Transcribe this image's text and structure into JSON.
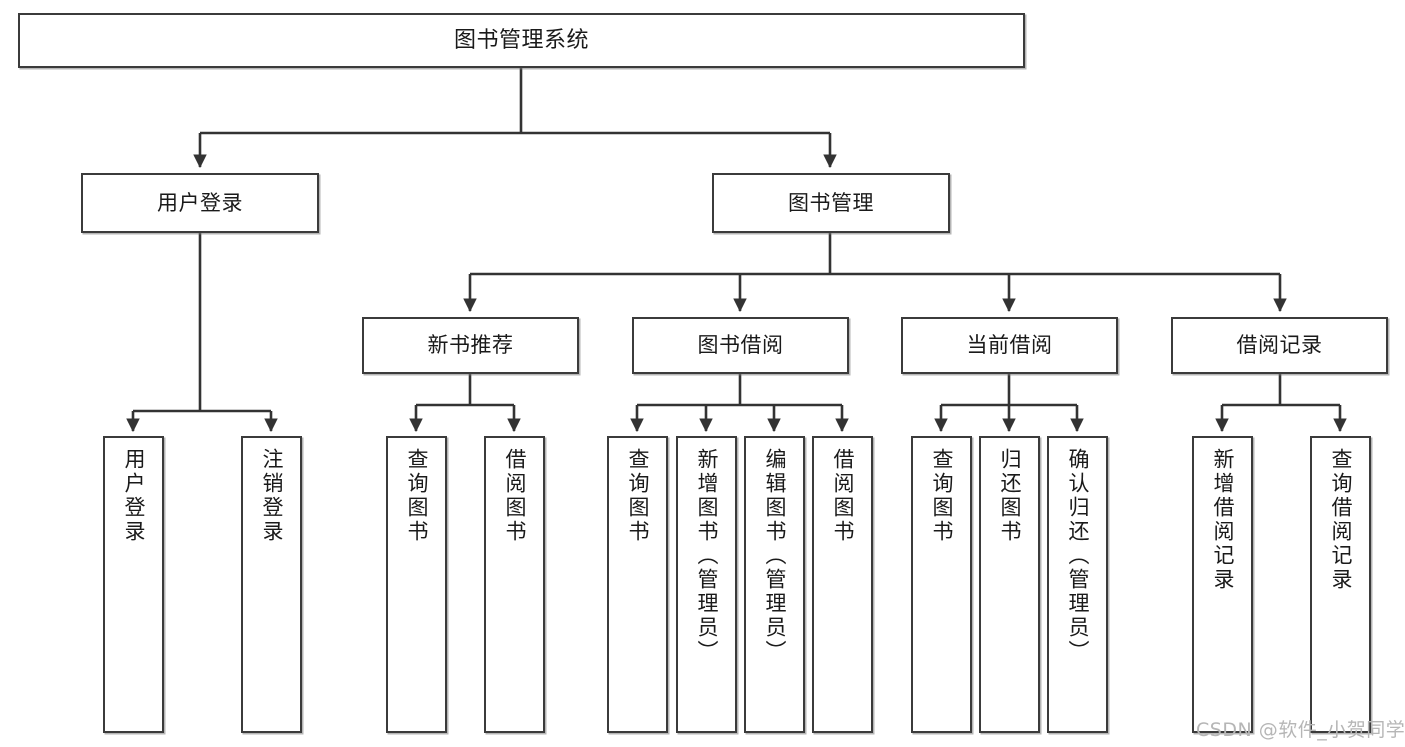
{
  "diagram": {
    "title": "图书管理系统",
    "type": "hierarchy-tree",
    "style": {
      "background": "#ffffff",
      "box_border": "#3b3b3b",
      "box_fill": "#ffffff",
      "text": "#1a1a1a",
      "edge": "#333333",
      "watermark": "#b6b6b6"
    },
    "watermark": "CSDN @软件_小贺同学",
    "nodes": {
      "root": {
        "label": "图书管理系统"
      },
      "level2": [
        {
          "id": "user-login",
          "label": "用户登录"
        },
        {
          "id": "book-manage",
          "label": "图书管理"
        }
      ],
      "level3": [
        {
          "id": "new-book-recommend",
          "label": "新书推荐"
        },
        {
          "id": "book-borrow",
          "label": "图书借阅"
        },
        {
          "id": "current-borrow",
          "label": "当前借阅"
        },
        {
          "id": "borrow-record",
          "label": "借阅记录"
        }
      ],
      "leaves": {
        "user_login": [
          {
            "id": "leaf-user-login",
            "label": "用户登录"
          },
          {
            "id": "leaf-logout",
            "label": "注销登录"
          }
        ],
        "new_book_recommend": [
          {
            "id": "leaf-query-book-1",
            "label": "查询图书"
          },
          {
            "id": "leaf-borrow-book-1",
            "label": "借阅图书"
          }
        ],
        "book_borrow": [
          {
            "id": "leaf-query-book-2",
            "label": "查询图书"
          },
          {
            "id": "leaf-add-book",
            "label": "新增图书（管理员）"
          },
          {
            "id": "leaf-edit-book",
            "label": "编辑图书（管理员）"
          },
          {
            "id": "leaf-borrow-book-2",
            "label": "借阅图书"
          }
        ],
        "current_borrow": [
          {
            "id": "leaf-query-book-3",
            "label": "查询图书"
          },
          {
            "id": "leaf-return-book",
            "label": "归还图书"
          },
          {
            "id": "leaf-confirm-return",
            "label": "确认归还（管理员）"
          }
        ],
        "borrow_record": [
          {
            "id": "leaf-add-record",
            "label": "新增借阅记录"
          },
          {
            "id": "leaf-query-record",
            "label": "查询借阅记录"
          }
        ]
      }
    }
  }
}
